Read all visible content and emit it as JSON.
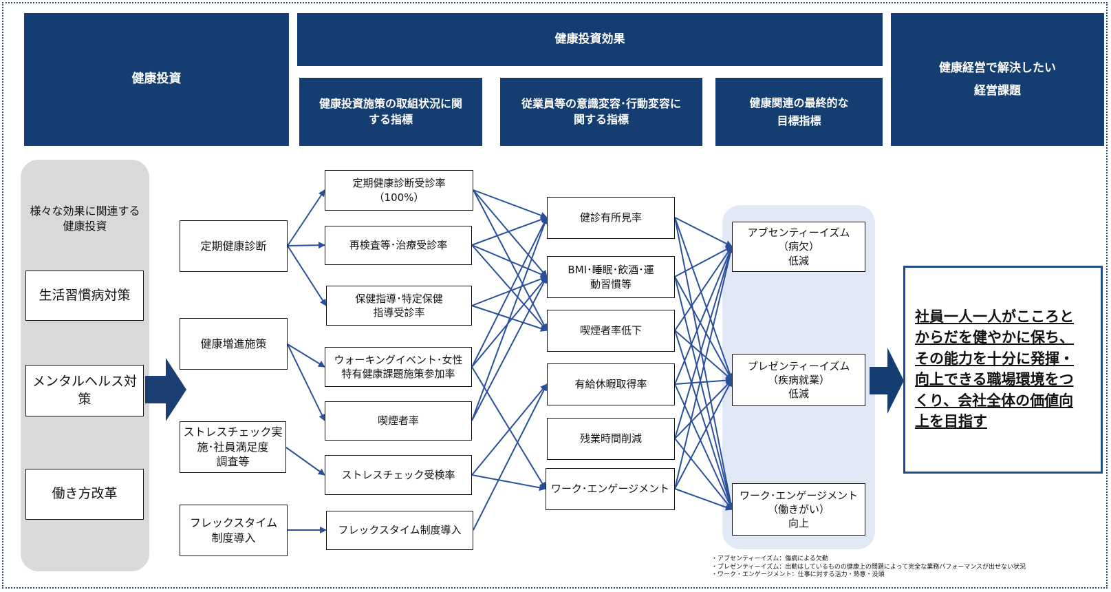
{
  "headers": {
    "investment": "健康投資",
    "effect": "健康投資効果",
    "effect_sub1": [
      "健康投資施策の取組状況に関",
      "する指標"
    ],
    "effect_sub2": [
      "従業員等の意識変容･行動変容に",
      "関する指標"
    ],
    "effect_sub3": [
      "健康関連の最終的な",
      "目標指標"
    ],
    "issue": [
      "健康経営で解決したい",
      "経営課題"
    ]
  },
  "left": {
    "caption": "様々な効果に関連する\n健康投資",
    "items": [
      "生活習慣病対策",
      "メンタルヘルス対策",
      "働き方改革"
    ]
  },
  "measures": [
    "定期健康診断",
    "健康増進施策",
    "ストレスチェック実\n施･社員満足度\n調査等",
    "フレックスタイム\n制度導入"
  ],
  "indicators": [
    "定期健康診断受診率\n（100%）",
    "再検査等･治療受診率",
    "保健指導･特定保健\n指導受診率",
    "ウォーキングイベント･女性\n特有健康課題施策参加率",
    "喫煙者率",
    "ストレスチェック受検率",
    "フレックスタイム制度導入"
  ],
  "behaviors": [
    "健診有所見率",
    "BMI･睡眠･飲酒･運\n動習慣等",
    "喫煙者率低下",
    "有給休暇取得率",
    "残業時間削減",
    "ワーク･エンゲージメント"
  ],
  "outcomes": [
    "アブセンティーイズム\n（病欠）\n低減",
    "プレゼンティーイズム\n（疾病就業）\n低減",
    "ワーク･エンゲージメント\n（働きがい）\n向上"
  ],
  "goal": "社員一人一人がこころと\nからだを健やかに保ち、\nその能力を十分に発揮・\n向上できる職場環境をつ\nくり、会社全体の価値向\n上を目指す",
  "notes": "・アブセンティーイズム：傷病による欠勤\n・プレゼンティーイズム：出勤はしているものの健康上の問題によって完全な業務パフォーマンスが出せない状況\n・ワーク・エンゲージメント：仕事に対する活力・熱意・没頭",
  "colors": {
    "header": "#143e72",
    "arrow": "#2a4f9a",
    "goal_border": "#1f4c8c"
  }
}
